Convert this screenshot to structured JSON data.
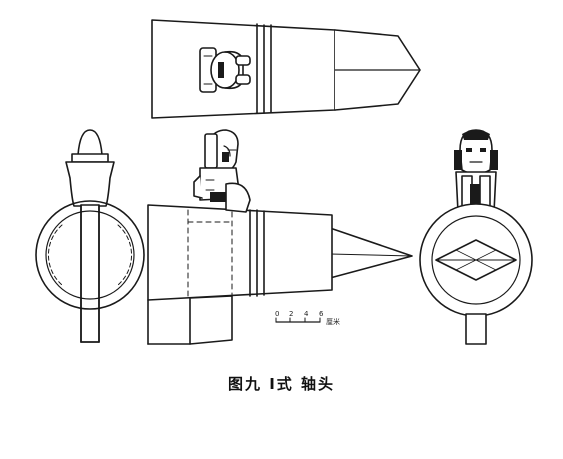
{
  "figure": {
    "caption": "图九 Ⅰ式 轴头",
    "ink_color": "#1a1a1a",
    "paper_color": "#ffffff"
  },
  "scale_bar": {
    "ticks": [
      "0",
      "2",
      "4",
      "6"
    ],
    "unit": "厘米"
  },
  "views": [
    "top-view",
    "end-view-back",
    "side-view",
    "end-view-front"
  ]
}
